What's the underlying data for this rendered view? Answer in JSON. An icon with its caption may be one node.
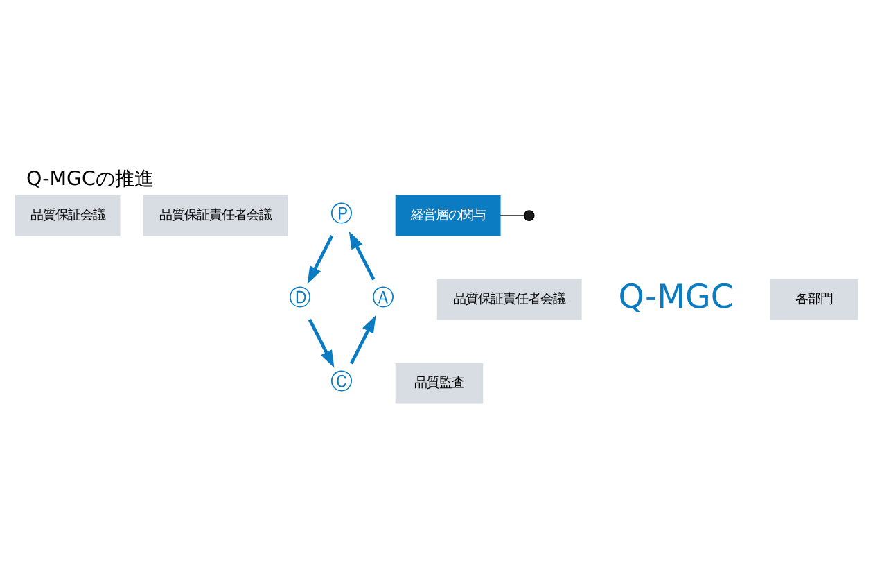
{
  "diagram": {
    "title": "Q-MGCの推進",
    "nodes": [
      {
        "text": [
          "品質保証会議"
        ]
      },
      {
        "text": [
          "品質保証責任者会議"
        ]
      },
      {
        "text": [
          "Ⓟ"
        ]
      },
      {
        "text": [
          "経営層の関与"
        ]
      },
      {
        "text": [],
        "shape": "circle"
      },
      {
        "text": [
          "品質保証責任者会議"
        ]
      },
      {
        "text": [
          "Ⓐ"
        ]
      },
      {
        "text": [
          "Q-MGC"
        ]
      },
      {
        "text": [
          "Ⓓ"
        ]
      },
      {
        "text": [
          "各部門"
        ]
      },
      {
        "text": [
          "Ⓒ"
        ]
      },
      {
        "text": [
          "品質監査"
        ]
      }
    ],
    "edges": [
      {
        "from": 2,
        "to": 8,
        "arrow": "to"
      },
      {
        "from": 8,
        "to": 10,
        "arrow": "to"
      },
      {
        "from": 10,
        "to": 6,
        "arrow": "to"
      },
      {
        "from": 6,
        "to": 2,
        "arrow": "to"
      },
      {
        "from": 3,
        "to": 4,
        "arrow": "none",
        "color": "#1a1a1a"
      }
    ]
  }
}
